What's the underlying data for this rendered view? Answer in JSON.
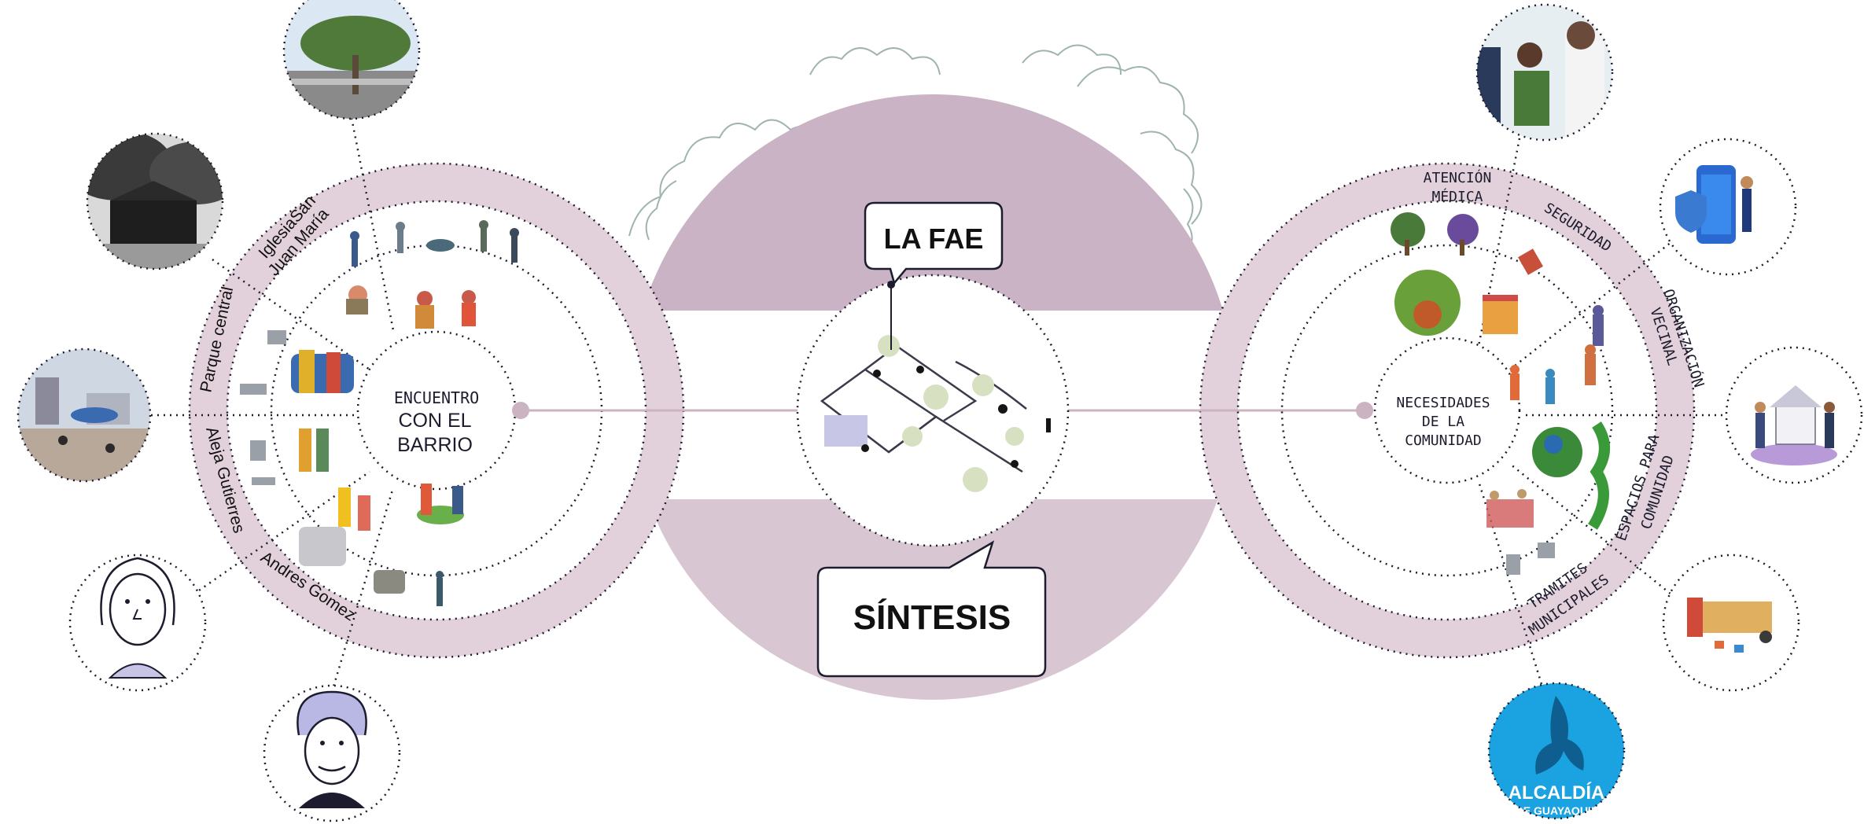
{
  "center": {
    "top_label": "LA FAE",
    "bottom_label": "SÍNTESIS"
  },
  "left": {
    "hub_line1": "ENCUENTRO",
    "hub_line2": "CON EL",
    "hub_line3": "BARRIO",
    "ring_labels": {
      "iglesia_line1": "IglesiaSan",
      "iglesia_line2": "Juan María",
      "parque": "Parque central",
      "aleja": "Aleja Gutierres",
      "andres": "Andres Gomez"
    }
  },
  "right": {
    "hub_line1": "NECESIDADES",
    "hub_line2": "DE LA",
    "hub_line3": "COMUNIDAD",
    "ring_labels": {
      "atencion_line1": "ATENCIÓN",
      "atencion_line2": "MÉDICA",
      "seguridad": "SEGURIDAD",
      "organizacion_line1": "ORGANIZACIÓN",
      "organizacion_line2": "VECINAL",
      "espacios_line1": "ESPACIOS PARA",
      "espacios_line2": "COMUNIDAD",
      "tramites_line1": "TRAMITES",
      "tramites_line2": "MUNICIPALES"
    }
  },
  "logo": {
    "line1": "ALCALDÍA",
    "line2": "DE GUAYAQUIL"
  },
  "colors": {
    "ring": "#e2d1da",
    "center_disc": "#c9b3c4",
    "dots": "#1c1c2e",
    "line": "#cbb3c2",
    "logo_blue": "#1aa3e0",
    "tree_outline": "#8fa6a2"
  }
}
